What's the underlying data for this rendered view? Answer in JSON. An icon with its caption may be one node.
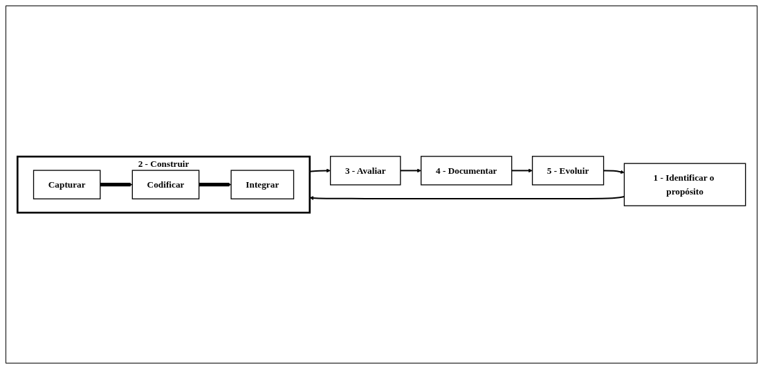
{
  "diagram": {
    "nodes": [
      {
        "text": [
          "2 - Construir"
        ]
      },
      {
        "text": [
          "Capturar"
        ],
        "in": 0
      },
      {
        "text": [
          "Codificar"
        ],
        "in": 0
      },
      {
        "text": [
          "Integrar"
        ],
        "in": 0
      },
      {
        "text": [
          "1 - Identificar o propósito"
        ]
      },
      {
        "text": [
          "3 - Avaliar"
        ]
      },
      {
        "text": [
          "5 - Evoluir"
        ]
      },
      {
        "text": [
          "4 - Documentar"
        ]
      }
    ],
    "edges": [
      {
        "from": 4,
        "to": 0,
        "arrow": "to"
      },
      {
        "from": 1,
        "to": 2,
        "arrow": "to",
        "style": "thick"
      },
      {
        "from": 2,
        "to": 3,
        "arrow": "to",
        "style": "thick"
      },
      {
        "from": 0,
        "to": 5,
        "arrow": "to"
      },
      {
        "from": 5,
        "to": 7,
        "arrow": "to"
      },
      {
        "from": 7,
        "to": 6,
        "arrow": "to"
      },
      {
        "from": 6,
        "to": 4,
        "arrow": "to"
      }
    ]
  }
}
